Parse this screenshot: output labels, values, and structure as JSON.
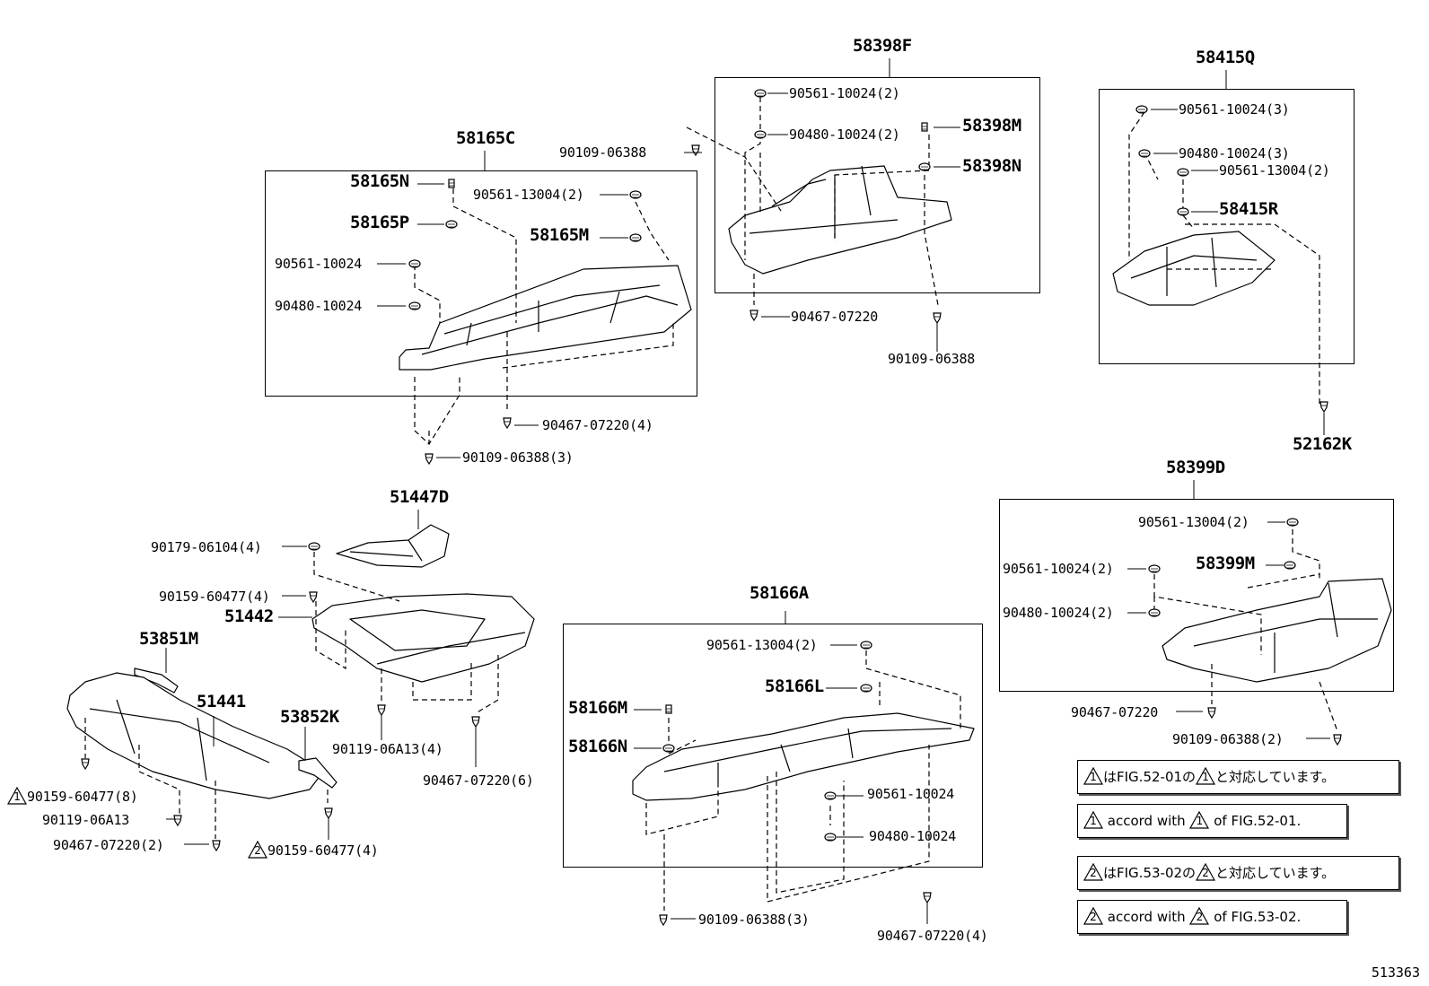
{
  "groups": {
    "g58398F": "58398F",
    "g58415Q": "58415Q",
    "g58165C": "58165C",
    "g58399D": "58399D",
    "g51447D": "51447D",
    "g58166A": "58166A"
  },
  "labels": {
    "l58398M": "58398M",
    "l58398N": "58398N",
    "p58398F_a": "90561-10024(2)",
    "p58398F_b": "90480-10024(2)",
    "p_90109_top": "90109-06388",
    "p_90467_58398": "90467-07220",
    "p_90109_58398": "90109-06388",
    "p58415Q_a": "90561-10024(3)",
    "p58415Q_b": "90480-10024(3)",
    "p58415Q_c": "90561-13004(2)",
    "l58415R": "58415R",
    "l52162K": "52162K",
    "l58165N": "58165N",
    "l58165P": "58165P",
    "l58165M": "58165M",
    "p58165_a": "90561-13004(2)",
    "p58165_b": "90561-10024",
    "p58165_c": "90480-10024",
    "p58165_d": "90467-07220(4)",
    "p58165_e": "90109-06388(3)",
    "p58399_a": "90561-13004(2)",
    "p58399_b": "90561-10024(2)",
    "p58399_c": "90480-10024(2)",
    "l58399M": "58399M",
    "p58399_d": "90467-07220",
    "p58399_e": "90109-06388(2)",
    "p51447_a": "90179-06104(4)",
    "p51447_b": "90159-60477(4)",
    "l51442": "51442",
    "l53851M": "53851M",
    "l51441": "51441",
    "l53852K": "53852K",
    "p51_c": "90119-06A13(4)",
    "p51_d": "90467-07220(6)",
    "p51_e": "90159-60477(8)",
    "p51_f": "90119-06A13",
    "p51_g": "90467-07220(2)",
    "p51_h": "90159-60477(4)",
    "p58166_a": "90561-13004(2)",
    "l58166L": "58166L",
    "l58166M": "58166M",
    "l58166N": "58166N",
    "p58166_b": "90561-10024",
    "p58166_c": "90480-10024",
    "p58166_d": "90109-06388(3)",
    "p58166_e": "90467-07220(4)"
  },
  "marks": {
    "one": "1",
    "two": "2"
  },
  "notes": {
    "n1_jp_a": "はFIG.52-01の",
    "n1_jp_b": "と対応しています。",
    "n1_en_a": "accord with",
    "n1_en_b": "of FIG.52-01.",
    "n2_jp_a": "はFIG.53-02の",
    "n2_jp_b": "と対応しています。",
    "n2_en_a": "accord with",
    "n2_en_b": "of FIG.53-02."
  },
  "reference": "513363"
}
